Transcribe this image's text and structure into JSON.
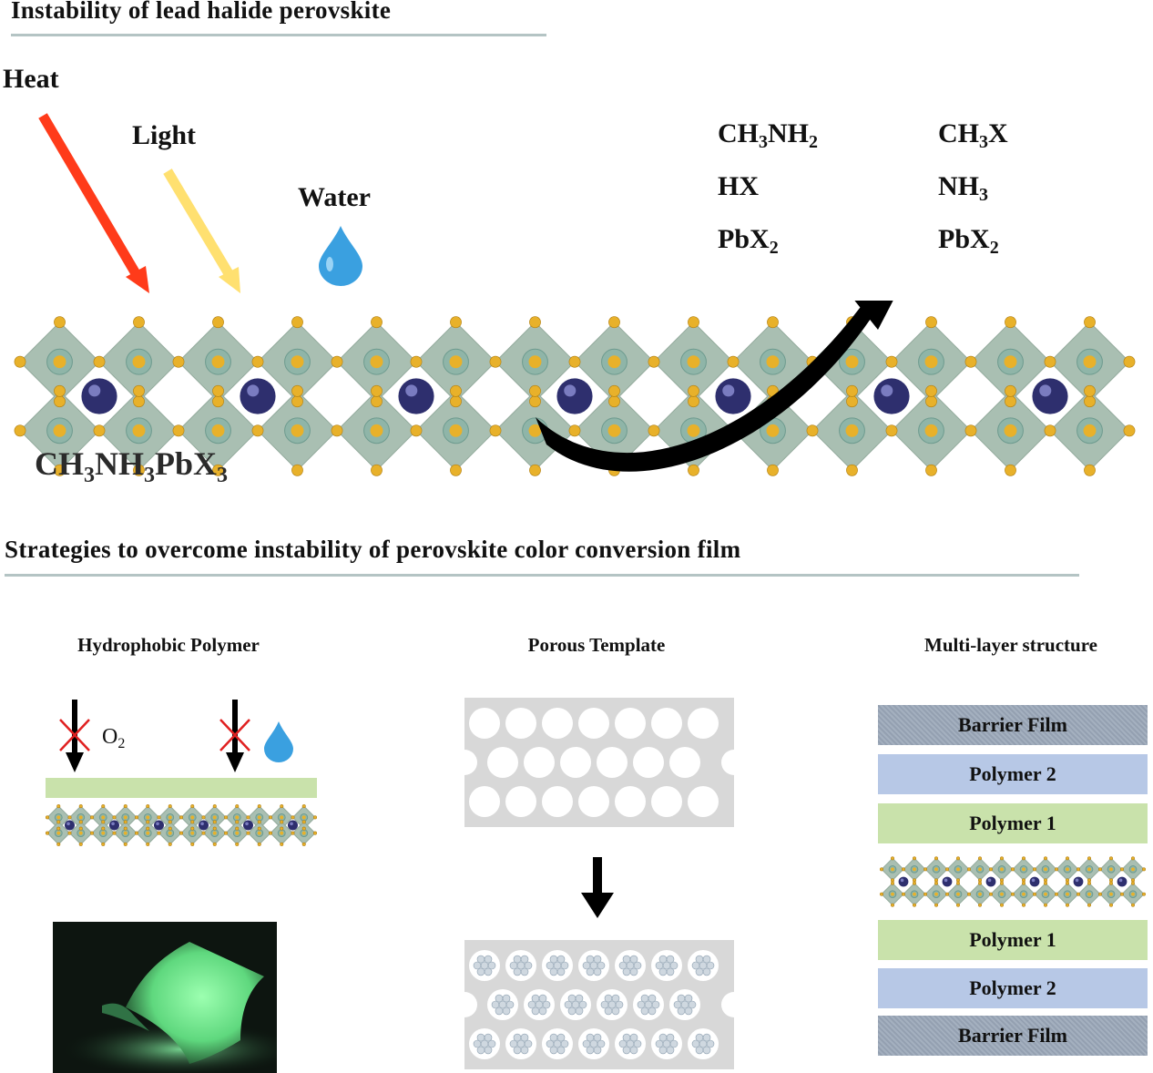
{
  "section1": {
    "title": "Instability of lead halide perovskite"
  },
  "stressors": {
    "heat": "Heat",
    "light": "Light",
    "water": "Water"
  },
  "products": {
    "left": [
      {
        "main": "CH",
        "sub1": "3",
        "mid": "NH",
        "sub2": "2"
      },
      {
        "main": "HX",
        "sub1": "",
        "mid": "",
        "sub2": ""
      },
      {
        "main": "PbX",
        "sub1": "2",
        "mid": "",
        "sub2": ""
      }
    ],
    "right": [
      {
        "main": "CH",
        "sub1": "3",
        "mid": "X",
        "sub2": ""
      },
      {
        "main": "NH",
        "sub1": "3",
        "mid": "",
        "sub2": ""
      },
      {
        "main": "PbX",
        "sub1": "2",
        "mid": "",
        "sub2": ""
      }
    ]
  },
  "formula": {
    "a": "CH",
    "s1": "3",
    "b": "NH",
    "s2": "3",
    "c": "PbX",
    "s3": "3"
  },
  "section2": {
    "title": "Strategies to overcome instability of perovskite color conversion film"
  },
  "strategies": {
    "hydrophobic": "Hydrophobic Polymer",
    "porous": "Porous Template",
    "multilayer": "Multi-layer structure"
  },
  "oxygen": {
    "main": "O",
    "sub": "2"
  },
  "layers": [
    "Barrier Film",
    "Polymer 2",
    "Polymer 1",
    "Polymer 1",
    "Polymer 2",
    "Barrier Film"
  ],
  "colors": {
    "heat_arrow": "#ff3b1a",
    "light_arrow": "#ffe070",
    "water_drop": "#3aa0e0",
    "octahedron": "#a9bfb2",
    "halide_atom": "#e8b12a",
    "cation_atom": "#2e2f6e",
    "polymer_green": "#c9e2ab",
    "polymer_blue": "#b7c8e6",
    "barrier": "#9aa7b8",
    "glow_film": "#7cf09a"
  }
}
